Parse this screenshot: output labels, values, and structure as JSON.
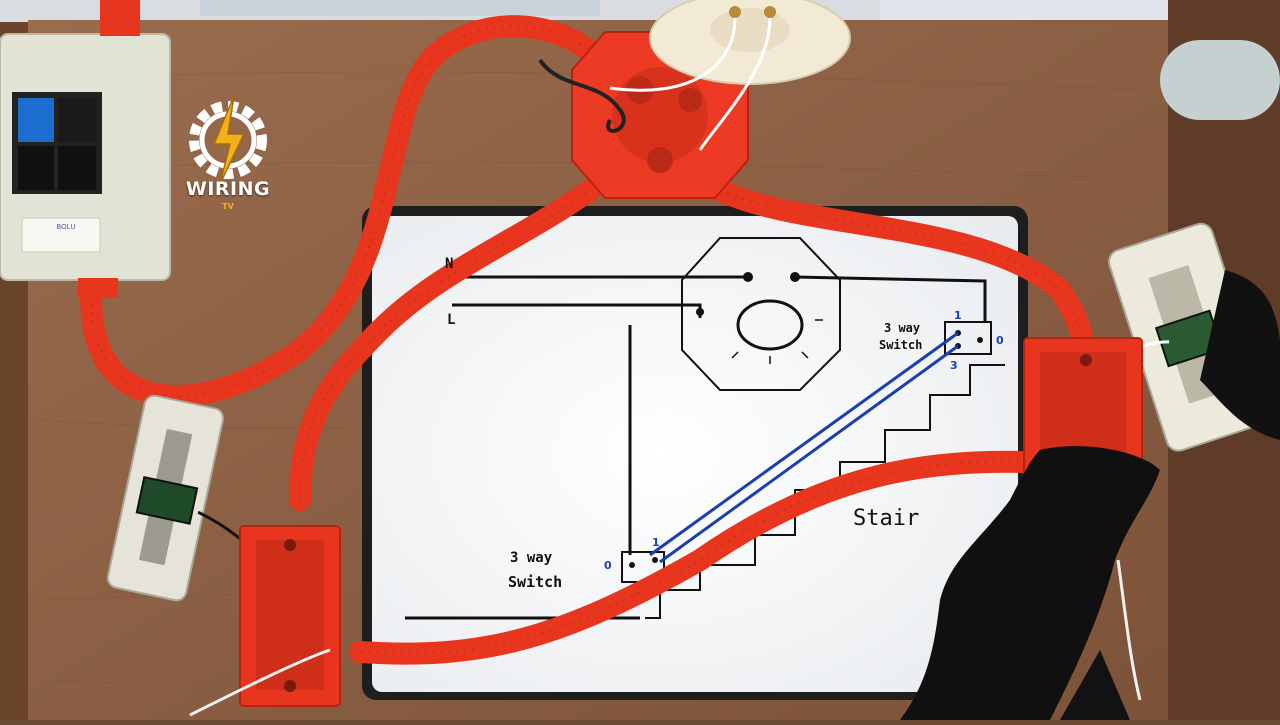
{
  "logo": {
    "name": "WIRING",
    "sub": "TV",
    "colors": {
      "gear": "#ffffff",
      "bolt": "#f2b01e"
    }
  },
  "breaker": {
    "label": "BOLU"
  },
  "diagram": {
    "neutral_label": "N",
    "line_label": "L",
    "switch_top_label_1": "3 way",
    "switch_top_label_2": "Switch",
    "switch_top_terminal_1": "1",
    "switch_top_terminal_0": "0",
    "switch_top_terminal_3": "3",
    "switch_bottom_label_1": "3 way",
    "switch_bottom_label_2": "Switch",
    "switch_bottom_terminal_1": "1",
    "switch_bottom_terminal_0": "0",
    "stair_label": "Stair"
  },
  "colors": {
    "conduit": "#e8361e",
    "wood": "#8a6147",
    "board": "#f6f6f4",
    "wire_blue": "#1a3fb0"
  }
}
